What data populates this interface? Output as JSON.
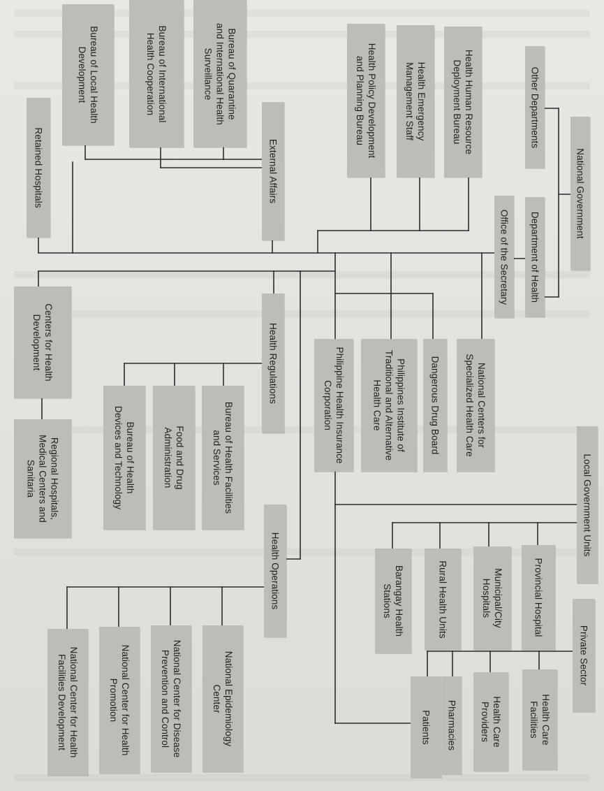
{
  "diagram": {
    "units": {
      "national_government": "National Government",
      "other_departments": "Other Departments",
      "department_of_health": "Department of Health",
      "office_of_the_secretary": "Office of the Secretary",
      "health_human_resource": "Health Human Resource\nDeployment Bureau",
      "health_emergency": "Health Emergency\nManagement Staff",
      "health_policy": "Health Policy Development\nand Planning Bureau",
      "external_affairs": "External Affairs",
      "bureau_quarantine": "Bureau of Quarantine\nand International Health\nSurveillance",
      "bureau_international": "Bureau of International\nHealth Cooperation",
      "bureau_local": "Bureau of Local Health\nDevelopment",
      "retained_hospitals": "Retained Hospitals",
      "centers_health_development": "Centers for Health\nDevelopment",
      "regional_hospitals": "Regional Hospitals,\nMedical Centers and\nSanitaria",
      "health_regulations": "Health Regulations",
      "bureau_facilities": "Bureau of Health Facilities\nand Services",
      "fda": "Food and Drug\nAdministration",
      "bureau_devices": "Bureau of Health\nDevices and Technology",
      "national_centers_specialized": "National Centers for\nSpecialized Health Care",
      "dangerous_drug_board": "Dangerous Drug Board",
      "pitahc": "Philippines Institute of\nTraditional and Alternative\nHealth Care",
      "philhealth": "Philippine Health Insurance\nCorporation",
      "health_operations": "Health Operations",
      "epidemiology_center": "National Epidemiology\nCenter",
      "disease_prevention": "National Center for Disease\nPrevention and Control",
      "health_promotion": "National Center for Health\nPromotion",
      "facilities_development": "National Center for Health\nFacilities Development",
      "local_government_units": "Local Government Units",
      "provincial_hospital": "Provincial Hospital",
      "municipal_hospitals": "Municipal/City\nHospitals",
      "rural_health_units": "Rural Health Units",
      "barangay_stations": "Barangay Health\nStations",
      "private_sector": "Private Sector",
      "health_care_facilities": "Health Care\nFacilities",
      "health_care_providers": "Health Care\nProviders",
      "pharmacies": "Pharmacies",
      "patients": "Patients"
    }
  }
}
